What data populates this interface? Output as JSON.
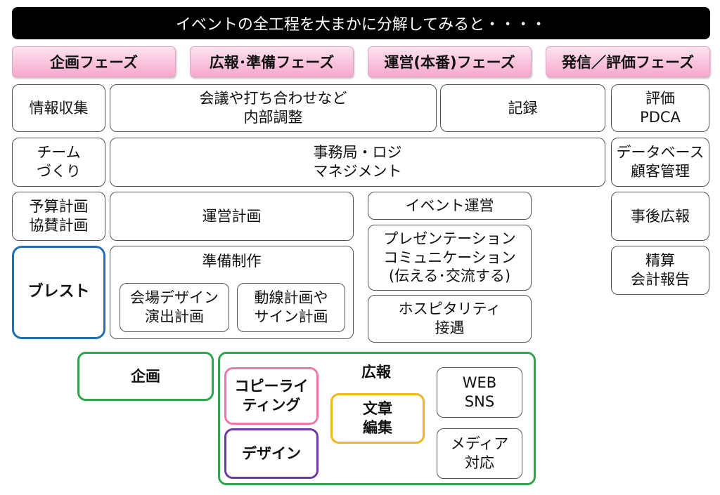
{
  "banner": "イベントの全工程を大まかに分解してみると・・・・",
  "phases": [
    "企画フェーズ",
    "広報･準備フェーズ",
    "運営(本番)フェーズ",
    "発信／評価フェーズ"
  ],
  "boxes": {
    "info_gather": "情報収集",
    "meetings": "会議や打ち合わせなど\n内部調整",
    "record": "記録",
    "evaluation": "評価\nPDCA",
    "team": "チーム\nづくり",
    "secretariat": "事務局・ロジ\nマネジメント",
    "database": "データベース\n顧客管理",
    "budget": "予算計画\n協賛計画",
    "ops_plan": "運営計画",
    "event_ops": "イベント運営",
    "post_pr": "事後広報",
    "presentation": "プレゼンテーション\nコミュニケーション\n(伝える･交流する)",
    "settlement": "精算\n会計報告",
    "brainstorm": "ブレスト",
    "prep": "準備制作",
    "venue_design": "会場デザイン\n演出計画",
    "flow_sign": "動線計画や\nサイン計画",
    "hospitality": "ホスピタリティ\n接遇"
  },
  "groups": {
    "planning": "企画",
    "pr": "広報",
    "copywriting": "コピーライ\nティング",
    "editing": "文章\n編集",
    "design": "デザイン",
    "web_sns": "WEB\nSNS",
    "media": "メディア\n対応"
  },
  "colors": {
    "banner_bg": "#000000",
    "phase_pink": "#f6a8cd",
    "blue": "#1f6fb5",
    "green": "#2ea54a",
    "pink": "#e879a8",
    "yellow": "#f2b51c",
    "purple": "#6a3aa0"
  }
}
